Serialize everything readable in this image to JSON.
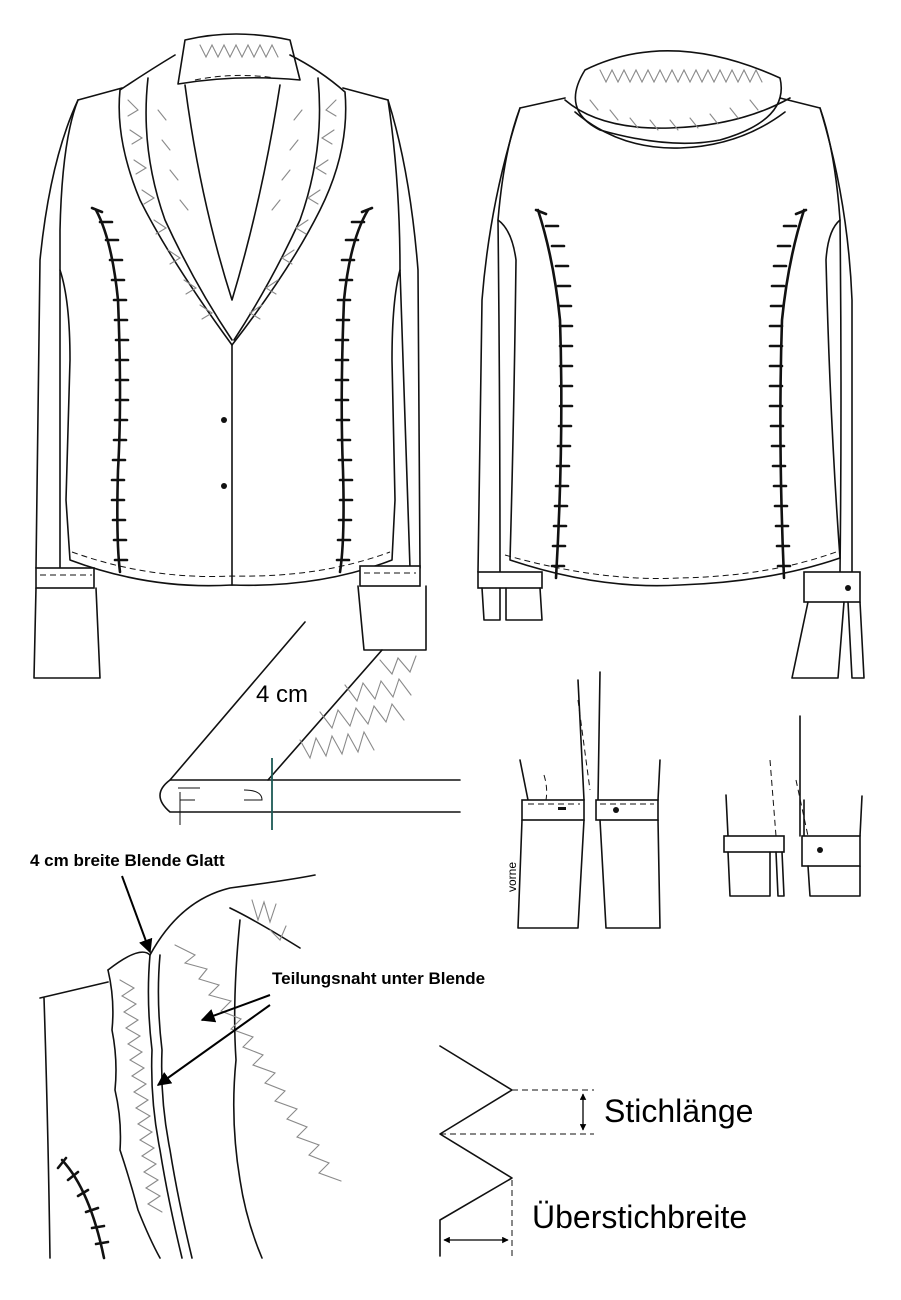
{
  "labels": {
    "width_4cm": "4 cm",
    "blende_label": "4 cm breite Blende Glatt",
    "seam_label": "Teilungsnaht unter Blende",
    "vorne": "vorne",
    "stitch_length": "Stichlänge",
    "stitch_width": "Überstichbreite"
  },
  "colors": {
    "line": "#111111",
    "ruffle": "#8a8a8a",
    "accent_line": "#1b5a55"
  }
}
